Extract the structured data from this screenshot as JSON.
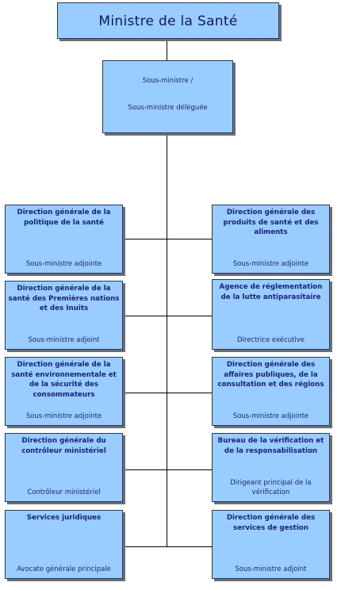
{
  "minister": "Ministre de la Santé",
  "deputy": {
    "line1": "Sous-ministre /",
    "line2": "Sous-ministre déléguée"
  },
  "left_units": [
    {
      "name": "Direction générale de la politique de la santé",
      "head": "Sous-ministre adjointe"
    },
    {
      "name": "Direction générale de la santé des Premières nations et des Inuits",
      "head": "Sous-ministre adjoint"
    },
    {
      "name": "Direction générale de la santé environnementale et de la sécurité des consommateurs",
      "head": "Sous-ministre adjointe"
    },
    {
      "name": "Direction générale du contrôleur ministériel",
      "head": "Contrôleur ministériel"
    },
    {
      "name": "Services juridiques",
      "head": "Avocate générale principale"
    }
  ],
  "right_units": [
    {
      "name": "Direction générale des produits de santé et des aliments",
      "head": "Sous-ministre adjointe"
    },
    {
      "name": "Agence de réglementation de la lutte antiparasitaire",
      "head": "Directrice exécutive"
    },
    {
      "name": "Direction générale des affaires publiques, de la consultation et des régions",
      "head": "Sous-ministre adjointe"
    },
    {
      "name": "Bureau de la vérification et de la responsabilisation",
      "head": "Dirigeant principal de la vérification"
    },
    {
      "name": "Direction générale des services de gestion",
      "head": "Sous-ministre adjoint"
    }
  ]
}
